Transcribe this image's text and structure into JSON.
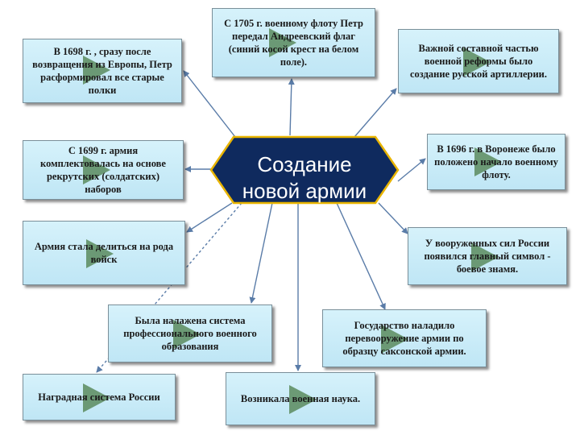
{
  "colors": {
    "box_fill": "#c8ecf8",
    "hexagon_fill": "#0f2a5e",
    "hexagon_stroke": "#e8b400",
    "connector": "#5a7ca8",
    "triangle": "#5b8b5e"
  },
  "center": {
    "title": "Создание новой армии"
  },
  "nodes": [
    {
      "id": "n1",
      "text": "В 1698 г. , сразу после возвращения из Европы, Петр расформировал все старые полки"
    },
    {
      "id": "n2",
      "text": "С 1705 г. военному флоту Петр передал Андреевский флаг (синий косой крест на белом поле)."
    },
    {
      "id": "n3",
      "text": "Важной составной частью военной реформы было создание русской артиллерии."
    },
    {
      "id": "n4",
      "text": "С 1699 г. армия комплектовалась на основе рекрутских (солдатских) наборов"
    },
    {
      "id": "n5",
      "text": "В 1696 г. в Воронеже было положено начало военному флоту."
    },
    {
      "id": "n6",
      "text": "Армия стала делиться на рода войск"
    },
    {
      "id": "n7",
      "text": "У вооруженных сил России появился главный символ - боевое знамя."
    },
    {
      "id": "n8",
      "text": "Была налажена система профессионального военного образования"
    },
    {
      "id": "n9",
      "text": "Государство наладило перевооружение армии по образцу саксонской армии."
    },
    {
      "id": "n10",
      "text": "Наградная система России"
    },
    {
      "id": "n11",
      "text": "Возникала военная наука."
    }
  ]
}
